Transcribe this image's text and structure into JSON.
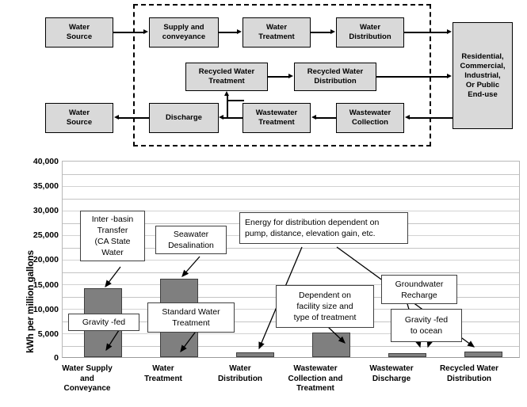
{
  "diagram": {
    "dashed_region_name": "utility-boundary",
    "nodes": [
      {
        "id": "water-source-in",
        "label": "Water\nSource"
      },
      {
        "id": "supply-and-conveyance",
        "label": "Supply and\nconveyance"
      },
      {
        "id": "water-treatment",
        "label": "Water\nTreatment"
      },
      {
        "id": "water-distribution",
        "label": "Water\nDistribution"
      },
      {
        "id": "end-use",
        "label": "Residential,\nCommercial,\nIndustrial,\nOr Public\nEnd-use"
      },
      {
        "id": "recycled-water-treatment",
        "label": "Recycled Water\nTreatment"
      },
      {
        "id": "recycled-water-distribution",
        "label": "Recycled Water\nDistribution"
      },
      {
        "id": "water-source-out",
        "label": "Water\nSource"
      },
      {
        "id": "discharge",
        "label": "Discharge"
      },
      {
        "id": "wastewater-treatment",
        "label": "Wastewater\nTreatment"
      },
      {
        "id": "wastewater-collection",
        "label": "Wastewater\nCollection"
      }
    ]
  },
  "chart_data": {
    "type": "bar",
    "title": "",
    "xlabel": "",
    "ylabel": "kWh per million gallons",
    "ylim": [
      0,
      40000
    ],
    "ytick_step": 5000,
    "gridline_step": 2500,
    "grid": true,
    "legend": "none",
    "categories": [
      "Water Supply\nand\nConveyance",
      "Water\nTreatment",
      "Water\nDistribution",
      "Wastewater\nCollection and\nTreatment",
      "Wastewater\nDischarge",
      "Recycled Water\nDistribution"
    ],
    "ytick_labels": [
      "40,000",
      "35,000",
      "30,000",
      "25,000",
      "20,000",
      "15,000",
      "10,000",
      "5,000",
      "0"
    ],
    "values": [
      14000,
      16000,
      900,
      5000,
      700,
      1000
    ],
    "bar_color": "#7f7f7f",
    "annotations": [
      {
        "id": "inter-basin-transfer",
        "text": "Inter -basin\nTransfer\n(CA State\nWater",
        "points_to": "Water Supply and Conveyance"
      },
      {
        "id": "gravity-fed",
        "text": "Gravity -fed",
        "points_to": "Water Supply and Conveyance"
      },
      {
        "id": "seawater-desalination",
        "text": "Seawater\nDesalination",
        "points_to": "Water Treatment"
      },
      {
        "id": "standard-water-treatment",
        "text": "Standard Water\nTreatment",
        "points_to": "Water Treatment"
      },
      {
        "id": "energy-for-distribution",
        "text": "Energy for distribution dependent on\npump, distance, elevation gain, etc.",
        "points_to": "Water Distribution; Recycled Water Distribution"
      },
      {
        "id": "dependent-on-facility",
        "text": "Dependent on\nfacility size and\ntype of treatment",
        "points_to": "Wastewater Collection and Treatment"
      },
      {
        "id": "groundwater-recharge",
        "text": "Groundwater\nRecharge",
        "points_to": "Wastewater Discharge"
      },
      {
        "id": "gravity-fed-to-ocean",
        "text": "Gravity -fed\nto ocean",
        "points_to": "Wastewater Discharge"
      }
    ]
  }
}
